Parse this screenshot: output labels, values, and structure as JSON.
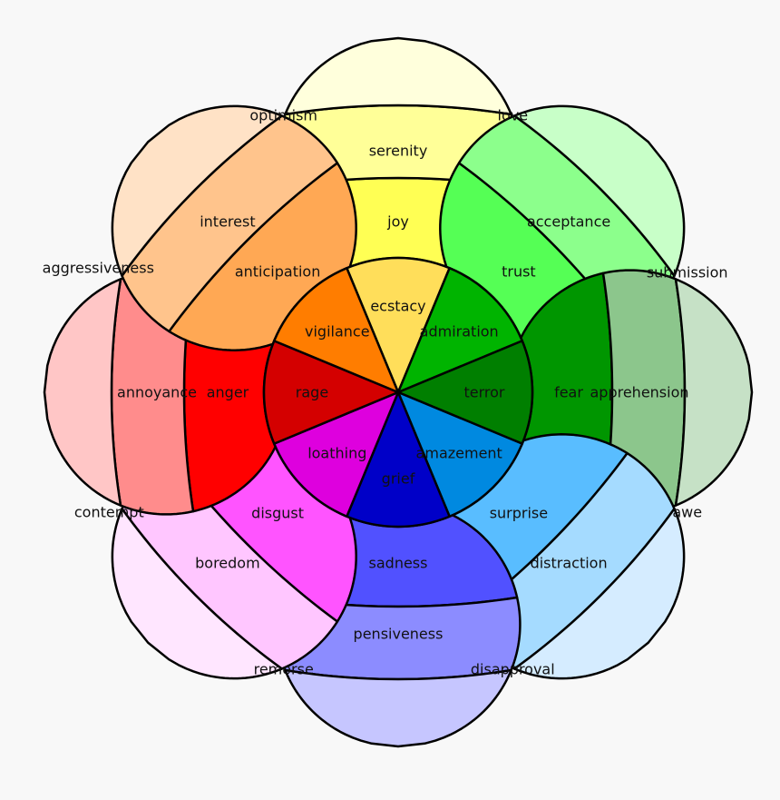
{
  "diagram": {
    "petals": [
      {
        "core": "ecstacy",
        "middle": "joy",
        "outer": "serenity",
        "colors": [
          "#ffde5a",
          "#ffff54",
          "#ffff98",
          "#ffffdc"
        ]
      },
      {
        "core": "admiration",
        "middle": "trust",
        "outer": "acceptance",
        "colors": [
          "#00b400",
          "#55ff55",
          "#8cff8c",
          "#c8ffc8"
        ]
      },
      {
        "core": "terror",
        "middle": "fear",
        "outer": "apprehension",
        "colors": [
          "#007f00",
          "#009600",
          "#8cc68c",
          "#c6e1c6"
        ]
      },
      {
        "core": "amazement",
        "middle": "surprise",
        "outer": "distraction",
        "colors": [
          "#0089e0",
          "#59bdff",
          "#a5dbff",
          "#d5ecff"
        ]
      },
      {
        "core": "grief",
        "middle": "sadness",
        "outer": "pensiveness",
        "colors": [
          "#0000c8",
          "#5151ff",
          "#8c8cff",
          "#c6c6ff"
        ]
      },
      {
        "core": "loathing",
        "middle": "disgust",
        "outer": "boredom",
        "colors": [
          "#de00de",
          "#ff54ff",
          "#ffc6ff",
          "#ffe6ff"
        ]
      },
      {
        "core": "rage",
        "middle": "anger",
        "outer": "annoyance",
        "colors": [
          "#d40000",
          "#ff0000",
          "#ff8c8c",
          "#ffc6c6"
        ]
      },
      {
        "core": "vigilance",
        "middle": "anticipation",
        "outer": "interest",
        "colors": [
          "#ff7d00",
          "#ffa854",
          "#ffc48c",
          "#ffe2c6"
        ]
      }
    ],
    "dyads": [
      "love",
      "submission",
      "awe",
      "disapproval",
      "remorse",
      "contempt",
      "aggressiveness",
      "optimism"
    ]
  }
}
